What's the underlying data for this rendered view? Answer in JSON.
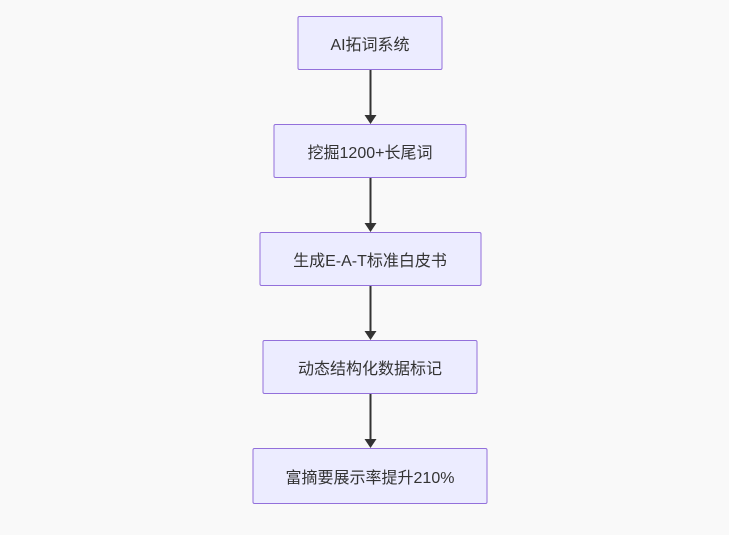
{
  "diagram": {
    "type": "flowchart",
    "direction": "top-down",
    "colors": {
      "node_fill": "#ECECFF",
      "node_border": "#9370DB",
      "text": "#333333",
      "arrow": "#333333",
      "background": "#F9F9F9"
    },
    "nodes": [
      {
        "id": "step1",
        "label": "AI拓词系统"
      },
      {
        "id": "step2",
        "label": "挖掘1200+长尾词"
      },
      {
        "id": "step3",
        "label": "生成E-A-T标准白皮书"
      },
      {
        "id": "step4",
        "label": "动态结构化数据标记"
      },
      {
        "id": "step5",
        "label": "富摘要展示率提升210%"
      }
    ],
    "edges": [
      {
        "from": "step1",
        "to": "step2",
        "arrow": "solid-down"
      },
      {
        "from": "step2",
        "to": "step3",
        "arrow": "solid-down"
      },
      {
        "from": "step3",
        "to": "step4",
        "arrow": "solid-down"
      },
      {
        "from": "step4",
        "to": "step5",
        "arrow": "solid-down"
      }
    ]
  }
}
